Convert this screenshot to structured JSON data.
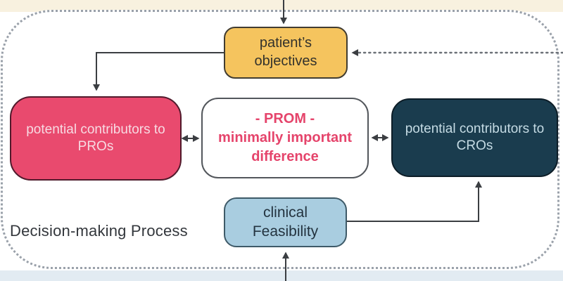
{
  "diagram": {
    "section_label": "Decision-making Process",
    "nodes": {
      "objectives": {
        "line1": "patient’s",
        "line2": "objectives"
      },
      "pros": {
        "line1": "potential contributors to",
        "line2": "PROs"
      },
      "prom": {
        "line1": "- PROM -",
        "line2": "minimally important",
        "line3": "difference"
      },
      "cros": {
        "line1": "potential contributors to",
        "line2": "CROs"
      },
      "feasibility": {
        "line1": "clinical",
        "line2": "Feasibility"
      }
    },
    "colors": {
      "objectives_fill": "#f5c45e",
      "pros_fill": "#e94a6e",
      "prom_fill": "#ffffff",
      "prom_text": "#e5446b",
      "cros_fill": "#1a3c4e",
      "feasibility_fill": "#a9cde0",
      "top_band": "#f8f1df",
      "bottom_band": "#e2ebf2",
      "arrow": "#3b3e42",
      "dotted_border": "#9aa1aa"
    }
  }
}
